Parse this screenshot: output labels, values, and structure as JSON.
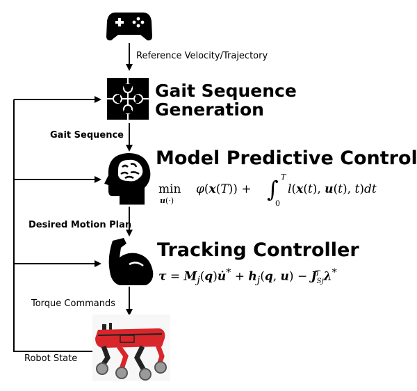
{
  "edges": {
    "reference": "Reference Velocity/Trajectory",
    "gait_sequence": "Gait Sequence",
    "motion_plan": "Desired Motion Plan",
    "torque": "Torque Commands",
    "robot_state": "Robot State"
  },
  "blocks": {
    "gait": {
      "title_line1": "Gait Sequence",
      "title_line2": "Generation"
    },
    "mpc": {
      "title": "Model Predictive Control"
    },
    "tracking": {
      "title": "Tracking Controller"
    }
  },
  "icons": {
    "input": "gamepad-icon",
    "gait": "puzzle-icon",
    "mpc": "brain-head-icon",
    "tracking": "flexed-arm-icon",
    "robot": "quadruped-robot-icon"
  },
  "colors": {
    "line": "#000000",
    "robot_body": "#d8262a",
    "robot_dark": "#222222",
    "wheel": "#9a9a9a"
  }
}
